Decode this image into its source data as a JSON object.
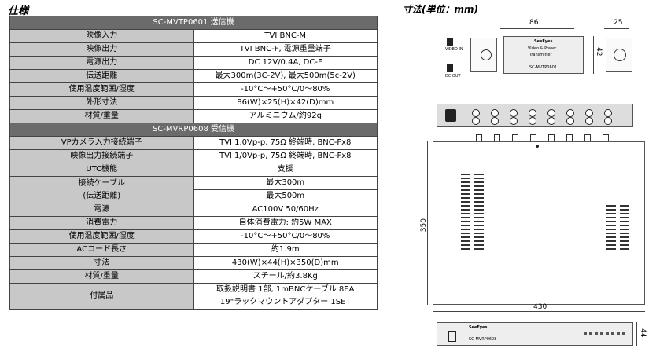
{
  "headings": {
    "spec": "仕様",
    "dims": "寸法(単位：mm)"
  },
  "transmitter": {
    "section": "SC-MVTP0601 送信機",
    "rows": [
      {
        "label": "映像入力",
        "value": "TVI BNC-M"
      },
      {
        "label": "映像出力",
        "value": "TVI BNC-F, 電源重量端子"
      },
      {
        "label": "電源出力",
        "value": "DC 12V/0.4A, DC-F"
      },
      {
        "label": "伝送距離",
        "value": "最大300m(3C-2V), 最大500m(5c-2V)"
      },
      {
        "label": "使用温度範囲/湿度",
        "value": "-10°C～+50°C/0～80%"
      },
      {
        "label": "外形寸法",
        "value": "86(W)×25(H)×42(D)mm"
      },
      {
        "label": "材質/重量",
        "value": "アルミニウム/約92g"
      }
    ]
  },
  "receiver": {
    "section": "SC-MVRP0608 受信機",
    "rows": [
      {
        "label": "VPカメラ入力接続端子",
        "value": "TVI 1.0Vp-p, 75Ω 終端時, BNC-Fx8"
      },
      {
        "label": "映像出力接続端子",
        "value": "TVI 1/0Vp-p, 75Ω 終端時, BNC-Fx8"
      },
      {
        "label": "UTC機能",
        "value": "支援"
      }
    ],
    "cable": {
      "label1": "接続ケーブル",
      "label2": "(伝送距離)",
      "value1": "最大300m",
      "value2": "最大500m"
    },
    "rows2": [
      {
        "label": "電源",
        "value": "AC100V 50/60Hz"
      },
      {
        "label": "消費電力",
        "value": "自体消費電力: 約5W MAX"
      },
      {
        "label": "使用温度範囲/湿度",
        "value": "-10°C～+50°C/0～80%"
      },
      {
        "label": "ACコード長さ",
        "value": "約1.9m"
      },
      {
        "label": "寸法",
        "value": "430(W)×44(H)×350(D)mm"
      },
      {
        "label": "材質/重量",
        "value": "スチール/約3.8Kg"
      }
    ],
    "accessories": {
      "label": "付属品",
      "value1": "取扱説明書 1部, 1mBNCケーブル 8EA",
      "value2": "19\"ラックマウントアダプター 1SET"
    }
  },
  "drawing": {
    "dim_86": "86",
    "dim_25": "25",
    "dim_42": "42",
    "dim_350": "350",
    "dim_430": "430",
    "dim_44": "44",
    "tx_brand": "SeeEyes",
    "tx_line1": "Video & Power",
    "tx_line2": "Transmitter",
    "tx_model": "SC-MVTP0601",
    "tx_video_in": "VIDEO IN",
    "tx_dc_out": "DC OUT",
    "rx_brand": "SeeEyes",
    "rx_model": "SC-MVRP0608"
  }
}
